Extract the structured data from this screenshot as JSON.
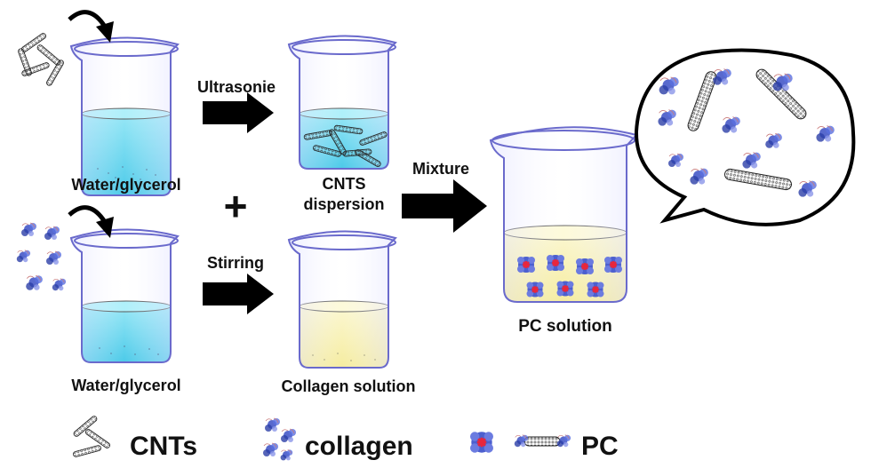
{
  "labels": {
    "step1": "Ultrasonie",
    "step2": "Stirring",
    "step3": "Mixture",
    "beaker_water_top": "Water/glycerol",
    "beaker_water_bottom": "Water/glycerol",
    "cnts_dispersion_line1": "CNTS",
    "cnts_dispersion_line2": "dispersion",
    "collagen_solution": "Collagen solution",
    "pc_solution": "PC solution",
    "plus": "+"
  },
  "legend": {
    "cnts": "CNTs",
    "collagen": "collagen",
    "pc": "PC"
  },
  "colors": {
    "water": "#5fd3ee",
    "collagen_liquid": "#f7f0a8",
    "beaker_outline": "#6a6acc",
    "protein_blue": "#3b4fc4",
    "protein_red": "#e8263c",
    "arrow": "#000000"
  }
}
